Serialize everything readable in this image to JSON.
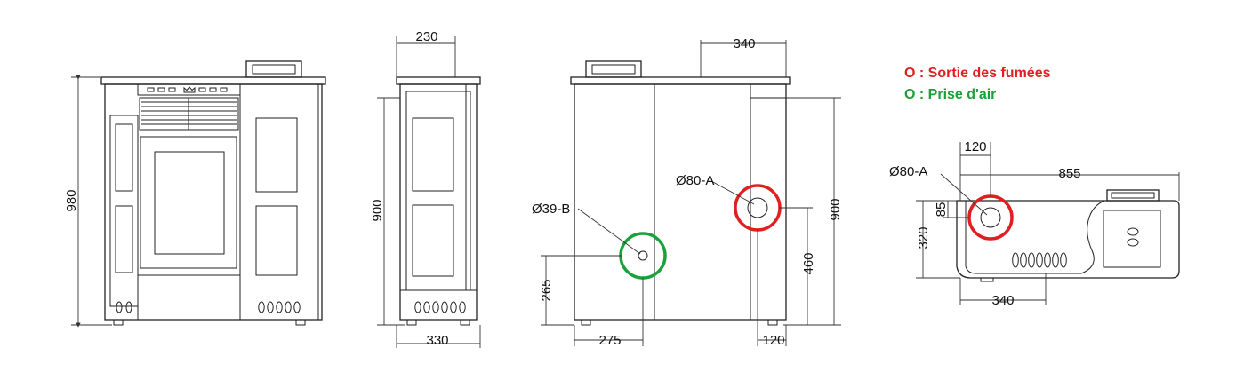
{
  "legend": {
    "smoke_exit": "O : Sortie des fumées",
    "air_intake": "O : Prise d'air"
  },
  "colors": {
    "smoke_exit": "#e02020",
    "air_intake": "#1aa23a",
    "line": "#222222"
  },
  "front_view": {
    "height_dim": "980"
  },
  "side_view": {
    "top_dim": "230",
    "height_dim": "900",
    "bottom_dim": "330"
  },
  "rear_view": {
    "top_dim": "340",
    "smoke_label": "Ø80-A",
    "air_label": "Ø39-B",
    "height_dim": "900",
    "air_height_dim": "265",
    "smoke_height_dim": "460",
    "air_offset_dim": "275",
    "smoke_offset_dim": "120"
  },
  "top_view": {
    "offset_dim": "120",
    "smoke_label": "Ø80-A",
    "width_dim": "855",
    "depth_offset_dim": "85",
    "depth_dim": "320",
    "bottom_dim": "340"
  }
}
